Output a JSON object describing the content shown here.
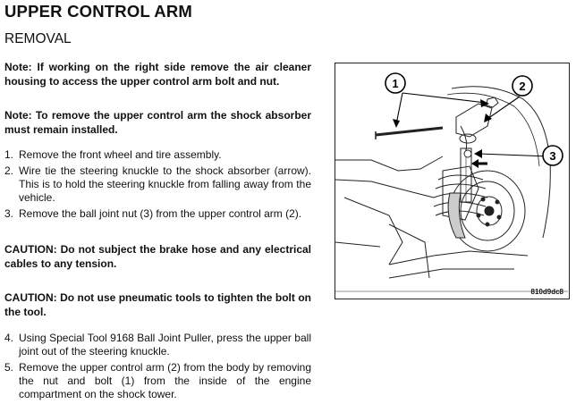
{
  "title": "UPPER CONTROL ARM",
  "subtitle": "REMOVAL",
  "note1": "Note: If working on the right side remove the air cleaner housing to access the upper control arm bolt and nut.",
  "note2": "Note: To remove the upper control arm the shock absorber must remain installed.",
  "steps_a": [
    {
      "num": "1.",
      "text": "Remove the front wheel and tire assembly."
    },
    {
      "num": "2.",
      "text": "Wire tie the steering knuckle to the shock absorber (arrow). This is to hold the steering knuckle from falling away from the vehicle."
    },
    {
      "num": "3.",
      "text": "Remove the ball joint nut (3) from the upper control arm (2)."
    }
  ],
  "caution1": "CAUTION: Do not subject the brake hose and any electrical cables to any tension.",
  "caution2": "CAUTION: Do not use pneumatic tools to tighten the bolt on the tool.",
  "steps_b": [
    {
      "num": "4.",
      "text": "Using Special Tool 9168 Ball Joint Puller, press the upper ball joint out of the steering knuckle."
    },
    {
      "num": "5.",
      "text": "Remove the upper control arm (2) from the body by removing the nut and bolt (1) from the inside of the engine compartment on the shock tower."
    }
  ],
  "figure": {
    "callouts": [
      "1",
      "2",
      "3"
    ],
    "code": "810d9dc8"
  }
}
